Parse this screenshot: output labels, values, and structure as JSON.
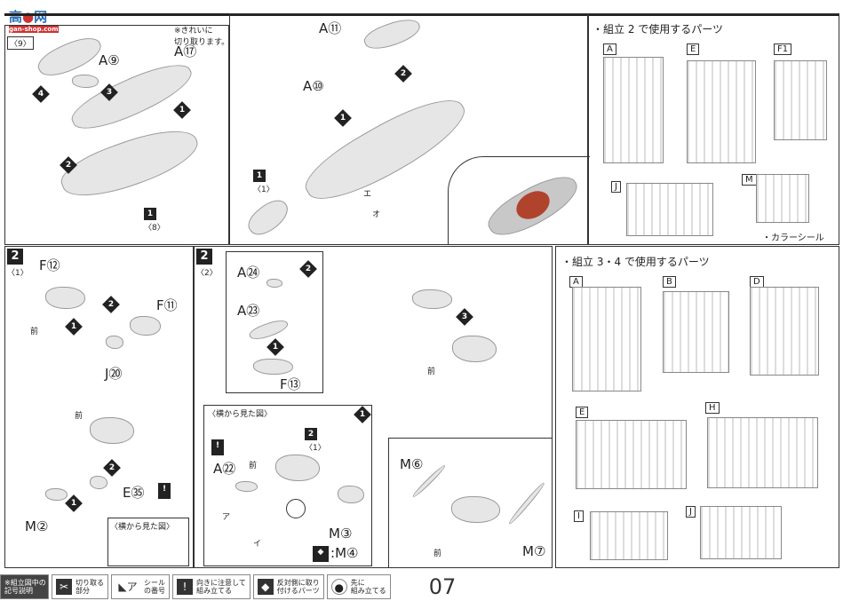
{
  "logo": {
    "text": "高 网",
    "sub": "gan-shop.com"
  },
  "page_number": "07",
  "panel_9": {
    "tag": "〈9〉",
    "note": "※きれいに\n切り取ります。",
    "labels": [
      "A⑨",
      "A⑰"
    ],
    "steps": [
      "4",
      "3",
      "1",
      "2"
    ],
    "ref_step": "1",
    "ref_sub": "〈8〉"
  },
  "panel_top_mid": {
    "labels": [
      "A⑪",
      "A⑩"
    ],
    "steps": [
      "2",
      "1"
    ],
    "ref_step": "1",
    "ref_sub": "〈1〉",
    "sticker_1": "エ",
    "sticker_2": "オ"
  },
  "parts_step2": {
    "title": "・組立 2 で使用するパーツ",
    "runners": [
      "A",
      "E",
      "F1",
      "J",
      "M"
    ],
    "sticker": "・カラーシール"
  },
  "panel_2_1": {
    "step": "2",
    "sub": "〈1〉",
    "labels": [
      "F⑫",
      "F⑪",
      "J⑳",
      "E㉟",
      "M②"
    ],
    "front": "前",
    "front2": "前",
    "steps": [
      "2",
      "1",
      "2",
      "1"
    ],
    "side_view": "〈横から見た図〉"
  },
  "panel_2_2": {
    "step": "2",
    "sub": "〈2〉",
    "labels": [
      "A㉔",
      "A㉓",
      "F⑬",
      "A㉒",
      "M③",
      "M④",
      "M⑥",
      "M⑦"
    ],
    "front": "前",
    "front2": "前",
    "front3": "前",
    "steps": [
      "2",
      "1",
      "3",
      "1"
    ],
    "side_view": "〈横から見た図〉",
    "ref_step": "2",
    "ref_sub": "〈1〉",
    "sticker_1": "ア",
    "sticker_2": "イ",
    "m4_prefix": ":"
  },
  "parts_step34": {
    "title": "・組立 3・4 で使用するパーツ",
    "runners": [
      "A",
      "B",
      "D",
      "E",
      "H",
      "I",
      "J"
    ]
  },
  "legend": {
    "title": "※組立図中の\n記号説明",
    "items": [
      {
        "icon": "nippers-icon",
        "glyph": "✂",
        "text": "切り取る\n部分"
      },
      {
        "icon": "sticker-icon",
        "glyph": "◣ア",
        "text": "シール\nの番号"
      },
      {
        "icon": "exclamation-icon",
        "glyph": "!",
        "text": "向きに注意して\n組み立てる"
      },
      {
        "icon": "opposite-side-icon",
        "glyph": "◆",
        "text": "反対側に取り\n付けるパーツ"
      },
      {
        "icon": "assemble-first-icon",
        "glyph": "●",
        "text": "先に\n組み立てる"
      }
    ]
  }
}
